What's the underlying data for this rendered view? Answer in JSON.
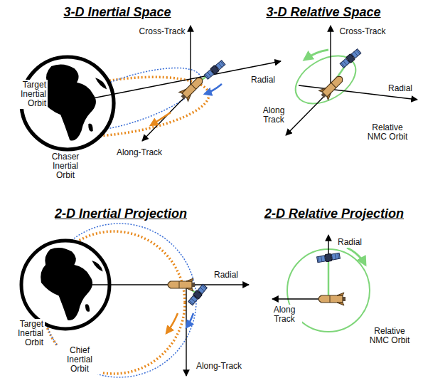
{
  "diagram": {
    "labels": [
      "3-D Inertial Space",
      "Cross-Track",
      "Radial",
      "Target Inertial Orbit",
      "Along-Track",
      "Chaser Inertial Orbit",
      "3-D Relative Space",
      "Cross-Track",
      "Radial",
      "Relative NMC Orbit",
      "Along Track",
      "2-D Inertial Projection",
      "Radial",
      "Target Inertial Orbit",
      "Chief Inertial Orbit",
      "Along-Track",
      "2-D Relative Projection",
      "Radial",
      "Along Track",
      "Relative NMC Orbit"
    ]
  }
}
